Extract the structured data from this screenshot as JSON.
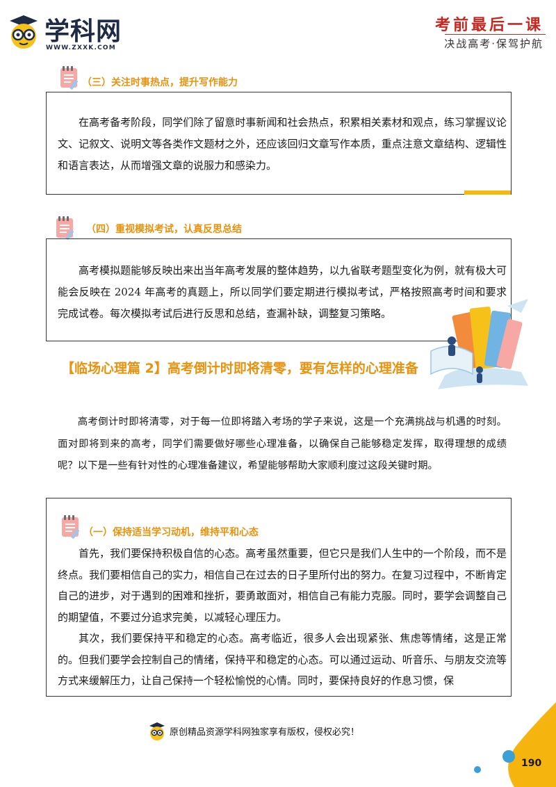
{
  "header": {
    "logo_text": "学科网",
    "logo_url": "WWW.ZXXK.COM",
    "tag_main": "考前最后一课",
    "tag_sub": "决战高考·保驾护航"
  },
  "sections": [
    {
      "title": "（三）关注时事热点，提升写作能力",
      "paragraphs": [
        "在高考备考阶段，同学们除了留意时事新闻和社会热点，积累相关素材和观点，练习掌握议论文、记叙文、说明文等各类作文题材之外，还应该回归文章写作本质，重点注意文章结构、逻辑性和语言表达，从而增强文章的说服力和感染力。"
      ]
    },
    {
      "title": "（四）重视模拟考试，认真反思总结",
      "paragraphs": [
        "高考模拟题能够反映出来出当年高考发展的整体趋势，以九省联考题型变化为例，就有极大可能会反映在 2024 年高考的真题上，所以同学们要定期进行模拟考试，严格按照高考时间和要求完成试卷。每次模拟考试后进行反思和总结，查漏补缺，调整复习策略。"
      ]
    },
    {
      "title": "（一）保持适当学习动机，维持平和心态",
      "paragraphs": [
        "首先，我们要保持积极自信的心态。高考虽然重要，但它只是我们人生中的一个阶段，而不是终点。我们要相信自己的实力，相信自己在过去的日子里所付出的努力。在复习过程中，不断肯定自己的进步，对于遇到的困难和挫折，要勇敢面对，相信自己有能力克服。同时，要学会调整自己的期望值，不要过分追求完美，以减轻心理压力。",
        "其次，我们要保持平和稳定的心态。高考临近，很多人会出现紧张、焦虑等情绪，这是正常的。但我们要学会控制自己的情绪，保持平和稳定的心态。可以通过运动、听音乐、与朋友交流等方式来缓解压力，让自己保持一个轻松愉悦的心情。同时，要保持良好的作息习惯，保"
      ]
    }
  ],
  "banner": "【临场心理篇 2】高考倒计时即将清零，要有怎样的心理准备",
  "intro": "高考倒计时即将清零，对于每一位即将踏入考场的学子来说，这是一个充满挑战与机遇的时刻。面对即将到来的高考，同学们需要做好哪些心理准备，以确保自己能够稳定发挥，取得理想的成绩呢？以下是一些有针对性的心理准备建议，希望能够帮助大家顺利度过这段关键时期。",
  "footer": {
    "copyright": "原创精品资源学科网独家享有版权，侵权必究！",
    "page_number": "190"
  },
  "colors": {
    "accent_orange": "#e8920e",
    "header_red": "#c8261f",
    "bar_yellow": "#f2b90f"
  }
}
